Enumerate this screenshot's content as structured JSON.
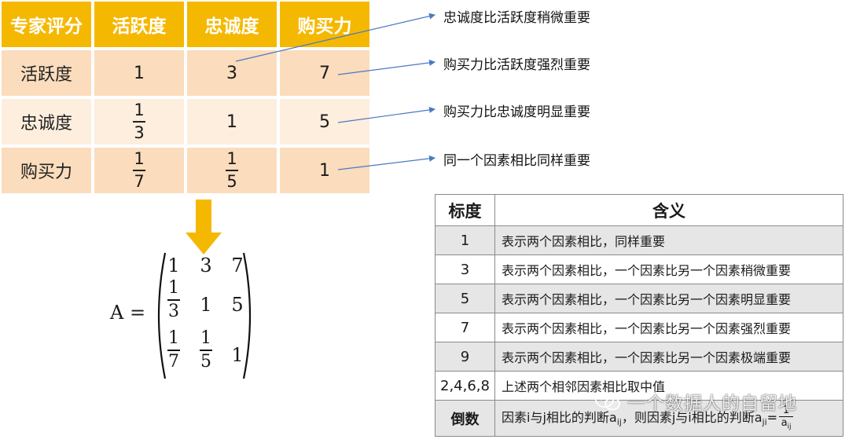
{
  "score_table": {
    "headers": [
      "专家评分",
      "活跃度",
      "忠诚度",
      "购买力"
    ],
    "rows": [
      {
        "label": "活跃度",
        "c1": "1",
        "c2": "3",
        "c3": "7"
      },
      {
        "label": "忠诚度",
        "c1_num": "1",
        "c1_den": "3",
        "c2": "1",
        "c3": "5"
      },
      {
        "label": "购买力",
        "c1_num": "1",
        "c1_den": "7",
        "c2_num": "1",
        "c2_den": "5",
        "c3": "1"
      }
    ]
  },
  "annotations": [
    "忠诚度比活跃度稍微重要",
    "购买力比活跃度强烈重要",
    "购买力比忠诚度明显重要",
    "同一个因素相比同样重要"
  ],
  "colors": {
    "header_bg": "#f5b800",
    "row_bg_dark": "#fbdcbc",
    "row_bg_light": "#fdeede",
    "arrow": "#4a78c4",
    "down_arrow": "#f5b800"
  },
  "matrix": {
    "lhs": "A =",
    "r0": [
      "1",
      "3",
      "7"
    ],
    "r1": {
      "a_num": "1",
      "a_den": "3",
      "b": "1",
      "c": "5"
    },
    "r2": {
      "a_num": "1",
      "a_den": "7",
      "b_num": "1",
      "b_den": "5",
      "c": "1"
    }
  },
  "scale_table": {
    "headers": [
      "标度",
      "含义"
    ],
    "rows": [
      {
        "k": "1",
        "v": "表示两个因素相比，同样重要"
      },
      {
        "k": "3",
        "v": "表示两个因素相比，一个因素比另一个因素稍微重要"
      },
      {
        "k": "5",
        "v": "表示两个因素相比，一个因素比另一个因素明显重要"
      },
      {
        "k": "7",
        "v": "表示两个因素相比，一个因素比另一个因素强烈重要"
      },
      {
        "k": "9",
        "v": "表示两个因素相比，一个因素比另一个因素极端重要"
      },
      {
        "k": "2,4,6,8",
        "v": "上述两个相邻因素相比取中值"
      }
    ],
    "last_row": {
      "k": "倒数",
      "v1": "因素i与j相比的判断a",
      "sub1": "ij",
      "v2": "，则因素j与i相比的判断a",
      "sub2": "ji",
      "eq": "=",
      "frac_num": "1",
      "frac_den": "a",
      "frac_den_sub": "ij"
    }
  },
  "watermark": {
    "text": "一个数据人的自留地",
    "icon": "wechat-icon"
  }
}
